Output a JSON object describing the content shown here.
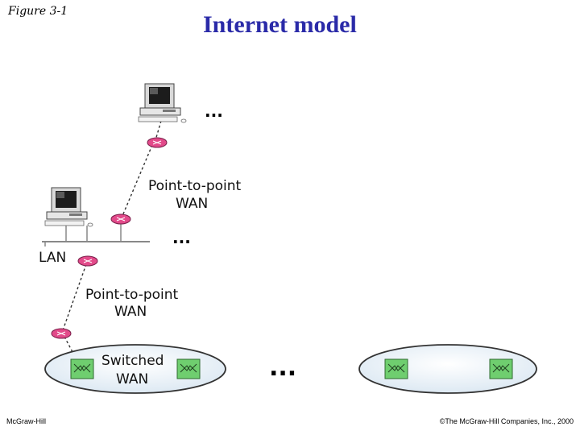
{
  "figure_label": "Figure 3-1",
  "title": "Internet model",
  "footer": {
    "publisher": "McGraw-Hill",
    "copyright": "©The McGraw-Hill Companies, Inc., 2000"
  },
  "labels": {
    "ptp_wan_top_line1": "Point-to-point",
    "ptp_wan_top_line2": "WAN",
    "lan": "LAN",
    "ptp_wan_mid_line1": "Point-to-point",
    "ptp_wan_mid_line2": "WAN",
    "switched_wan_line1": "Switched",
    "switched_wan_line2": "WAN",
    "ellipsis": "..."
  },
  "colors": {
    "title": "#2a2aa8",
    "router": "#e24a8a",
    "switch": "#6fce6f",
    "wan_cloud": "#dde9f3"
  },
  "icons": [
    "computer-icon",
    "router-icon",
    "switch-icon"
  ]
}
